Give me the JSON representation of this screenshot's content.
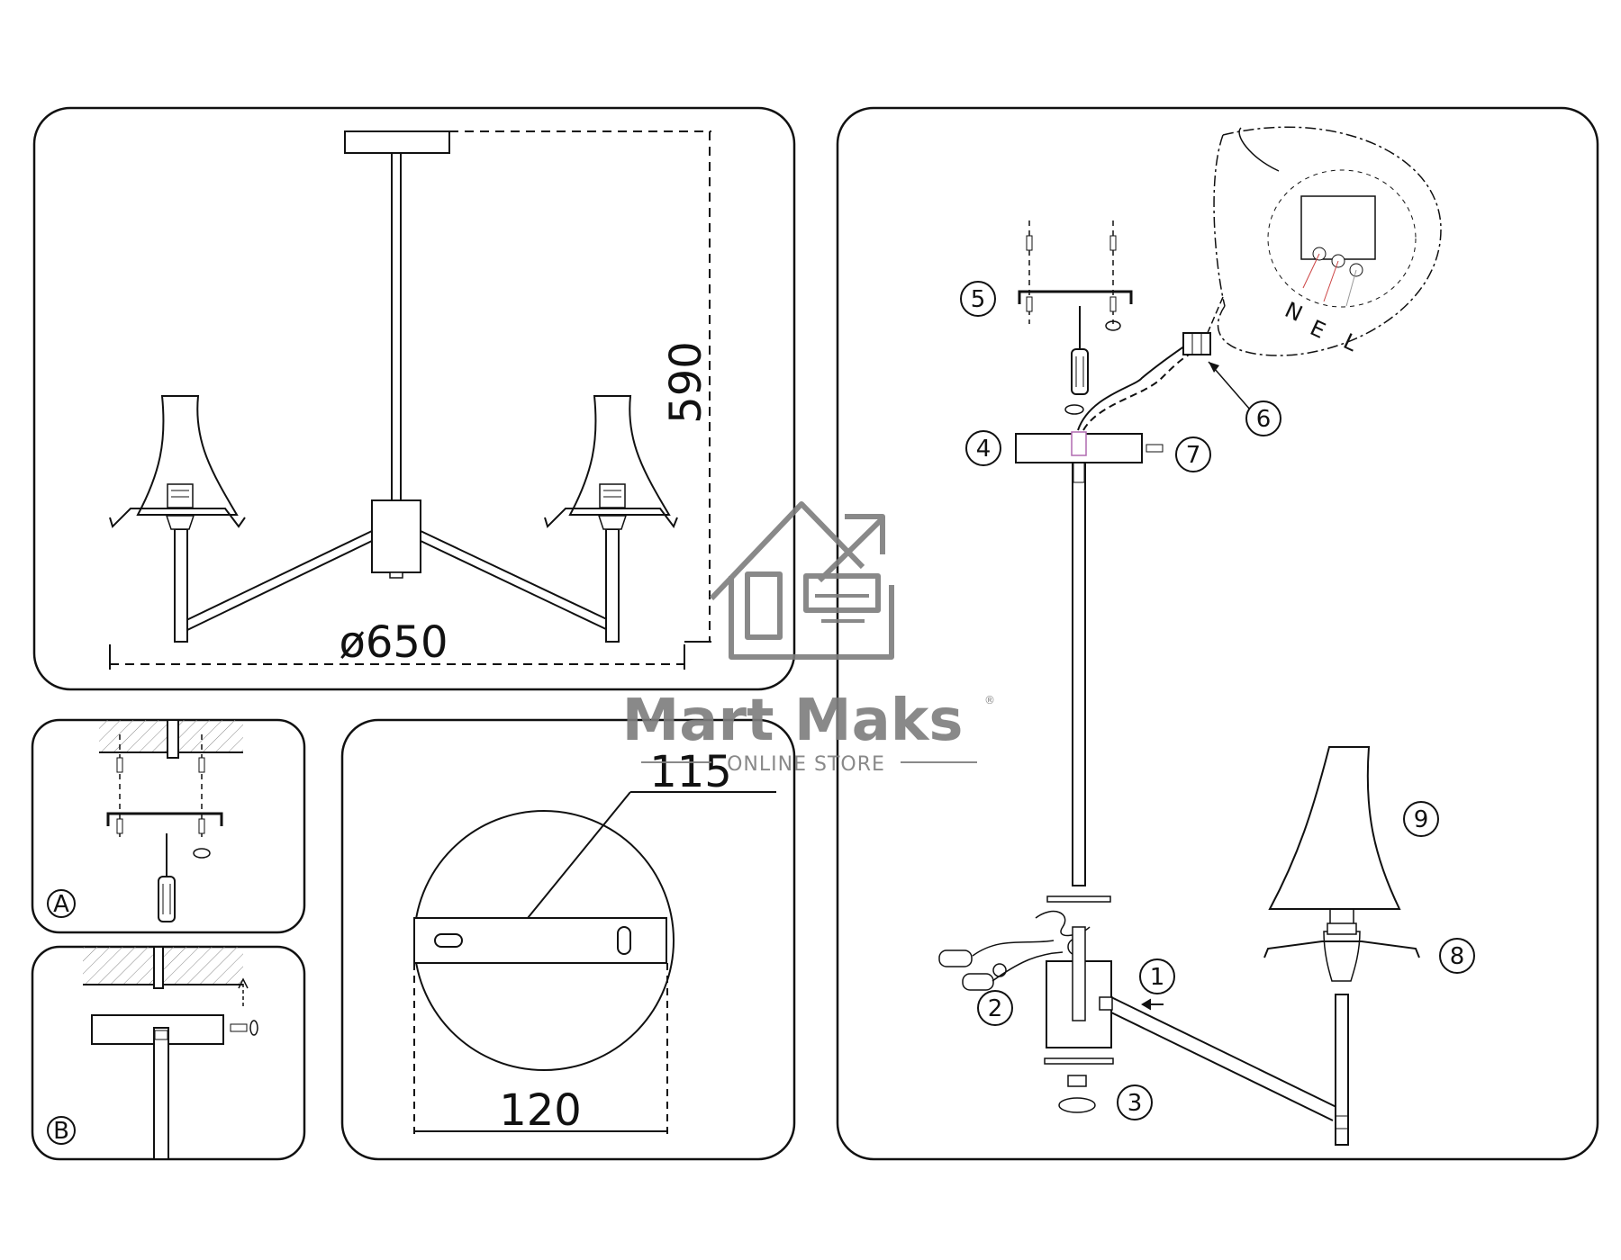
{
  "dimensions": {
    "height": "590",
    "diameter": "ø650",
    "plate_bracket": "115",
    "plate_diameter": "120"
  },
  "panel_labels": {
    "a": "A",
    "b": "B"
  },
  "steps": [
    "1",
    "2",
    "3",
    "4",
    "5",
    "6",
    "7",
    "8",
    "9"
  ],
  "wiring_terminals": {
    "n": "N",
    "e": "E",
    "l": "L"
  },
  "watermark": {
    "brand": "Mart Maks",
    "tagline": "ONLINE STORE",
    "registered": "®",
    "color": "#7d7d7d"
  }
}
